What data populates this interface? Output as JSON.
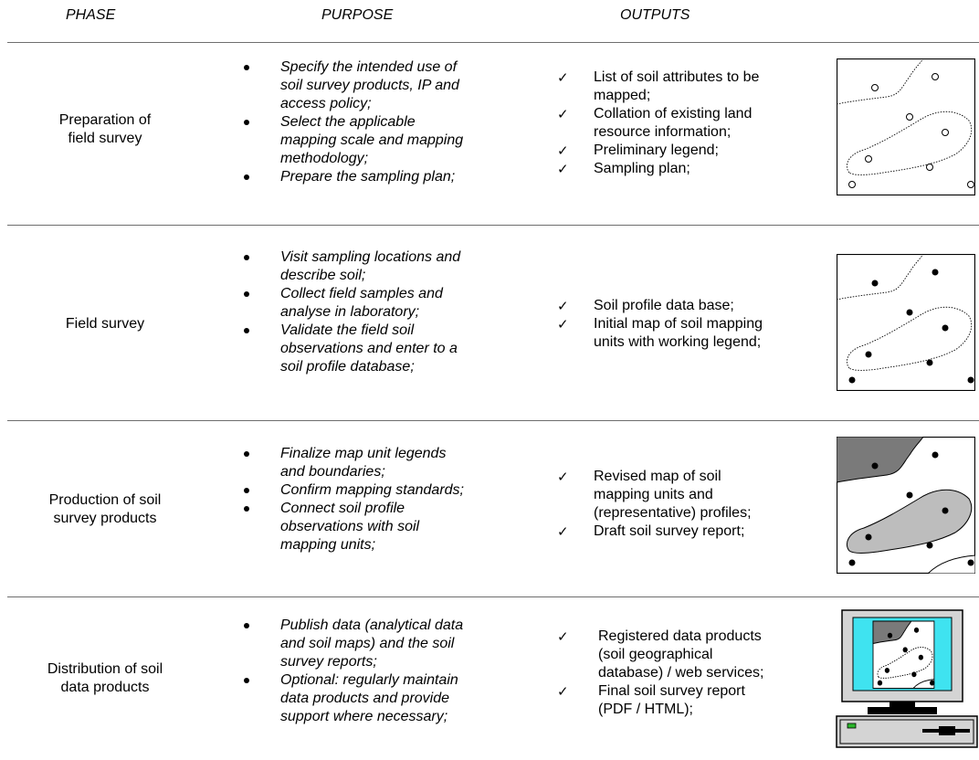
{
  "headers": {
    "phase": "PHASE",
    "purpose": "PURPOSE",
    "outputs": "OUTPUTS"
  },
  "rows": [
    {
      "phase": [
        "Preparation of",
        "field survey"
      ],
      "purpose": [
        [
          "Specify the intended use of",
          "soil survey products, IP and",
          "access policy;"
        ],
        [
          "Select the applicable",
          "mapping scale and mapping",
          "methodology;"
        ],
        [
          "Prepare the sampling plan;"
        ]
      ],
      "outputs": [
        [
          "List of soil attributes to be",
          "mapped;"
        ],
        [
          "Collation of existing land",
          "resource information;"
        ],
        [
          "Preliminary legend;"
        ],
        [
          "Sampling plan;"
        ]
      ],
      "illustration": "map-open-sampling-points-icon"
    },
    {
      "phase": [
        "Field survey"
      ],
      "purpose": [
        [
          "Visit sampling locations and",
          "describe soil;"
        ],
        [
          "Collect field samples and",
          "analyse in laboratory;"
        ],
        [
          "Validate the field soil",
          "observations and enter to a",
          "soil profile database;"
        ]
      ],
      "outputs": [
        [
          "Soil profile data base;"
        ],
        [
          "Initial map of soil mapping",
          "units with working legend;"
        ]
      ],
      "illustration": "map-filled-sampling-points-icon"
    },
    {
      "phase": [
        "Production of soil",
        "survey products"
      ],
      "purpose": [
        [
          "Finalize map unit legends",
          "and boundaries;"
        ],
        [
          "Confirm mapping standards;"
        ],
        [
          "Connect soil profile",
          "observations with soil",
          "mapping units;"
        ]
      ],
      "outputs": [
        [
          "Revised map of soil",
          "mapping units and",
          "(representative) profiles;"
        ],
        [
          "Draft soil survey report;"
        ]
      ],
      "illustration": "map-shaded-units-icon"
    },
    {
      "phase": [
        "Distribution of soil",
        "data products"
      ],
      "purpose": [
        [
          "Publish data (analytical data",
          "and soil maps) and the soil",
          "survey reports;"
        ],
        [
          "Optional: regularly maintain",
          "data products and provide",
          "support where necessary;"
        ]
      ],
      "outputs": [
        [
          "Registered data products",
          "(soil geographical",
          "database) / web services;"
        ],
        [
          "Final soil survey report",
          "(PDF / HTML);"
        ]
      ],
      "illustration": "computer-with-soil-map-icon"
    }
  ],
  "colors": {
    "dark_unit": "#7a7a7a",
    "mid_unit": "#bdbdbd",
    "screen_cyan": "#3fe3f0",
    "power_led": "#2bb52b",
    "rule": "#6e6e6e"
  }
}
